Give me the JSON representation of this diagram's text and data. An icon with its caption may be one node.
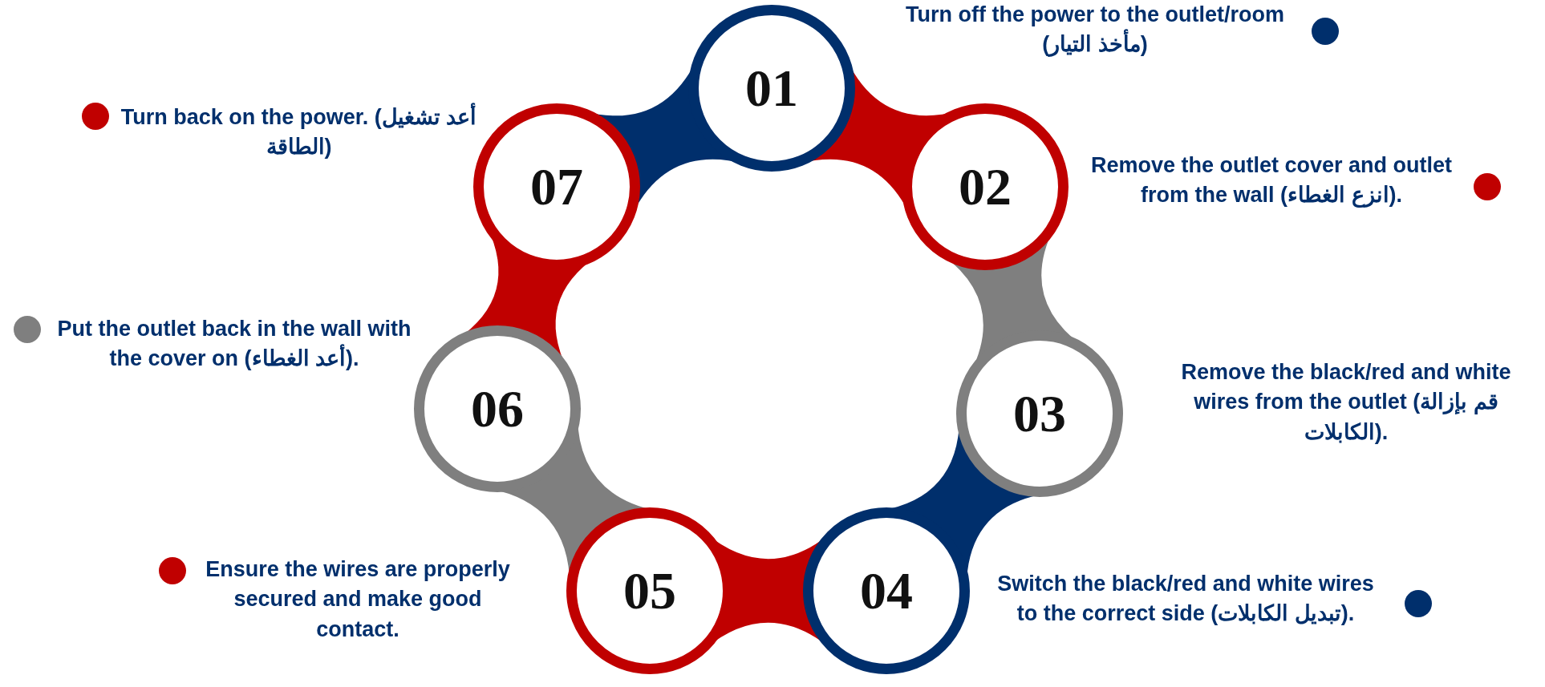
{
  "diagram": {
    "nodes": [
      {
        "text": [
          "01"
        ],
        "beside": [
          "Turn off the power to the outlet/room (مأخذ التيار)"
        ]
      },
      {
        "text": [
          "02"
        ],
        "beside": [
          "Remove the outlet cover and outlet from the wall (انزع الغطاء)."
        ]
      },
      {
        "text": [
          "03"
        ],
        "beside": [
          "Remove the black/red and white wires from the outlet (قم بإزالة الكابلات)."
        ]
      },
      {
        "text": [
          "04"
        ],
        "beside": [
          "Switch the black/red and white wires to the correct side (تبديل الكابلات)."
        ]
      },
      {
        "text": [
          "05"
        ],
        "beside": [
          "Ensure the wires are properly secured and make good contact."
        ]
      },
      {
        "text": [
          "06"
        ],
        "beside": [
          "Put the outlet back in the wall with the cover on (أعد الغطاء)."
        ]
      },
      {
        "text": [
          "07"
        ],
        "beside": [
          "Turn back on the power. (أعد تشغيل الطاقة)"
        ]
      }
    ],
    "edges": [
      {
        "from": 0,
        "to": 1,
        "arrow": "none",
        "style": "thick"
      },
      {
        "from": 1,
        "to": 2,
        "arrow": "none",
        "style": "thick",
        "color": "#7f7f7f"
      },
      {
        "from": 2,
        "to": 3,
        "arrow": "none",
        "style": "thick",
        "color": "#002f6c"
      },
      {
        "from": 3,
        "to": 4,
        "arrow": "none",
        "style": "thick"
      },
      {
        "from": 4,
        "to": 5,
        "arrow": "none",
        "style": "thick",
        "color": "#7f7f7f"
      },
      {
        "from": 5,
        "to": 6,
        "arrow": "none",
        "style": "thick"
      },
      {
        "from": 6,
        "to": 0,
        "arrow": "none",
        "style": "thick",
        "color": "#002f6c"
      }
    ]
  }
}
